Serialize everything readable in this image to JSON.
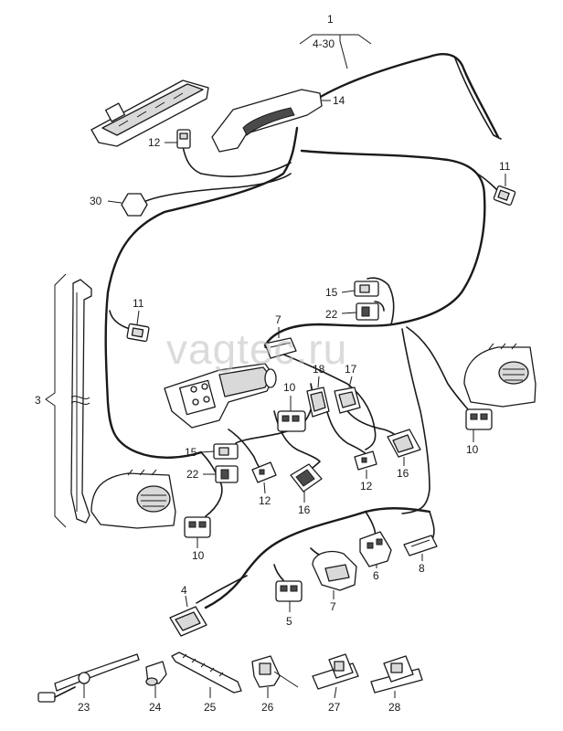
{
  "watermark": "vagtec.ru",
  "callouts": {
    "c1": "1",
    "c1_range": "4-30",
    "c3": "3",
    "c4": "4",
    "c5": "5",
    "c6": "6",
    "c7_top": "7",
    "c7_bottom": "7",
    "c8": "8",
    "c10_mid": "10",
    "c10_right": "10",
    "c10_left": "10",
    "c11_right": "11",
    "c11_left": "11",
    "c12_top": "12",
    "c12_mid": "12",
    "c12_right": "12",
    "c14": "14",
    "c15_top": "15",
    "c15_left": "15",
    "c16_right": "16",
    "c16_mid": "16",
    "c17": "17",
    "c18": "18",
    "c22_top": "22",
    "c22_left": "22",
    "c23": "23",
    "c24": "24",
    "c25": "25",
    "c26": "26",
    "c27": "27",
    "c28": "28",
    "c30": "30"
  }
}
